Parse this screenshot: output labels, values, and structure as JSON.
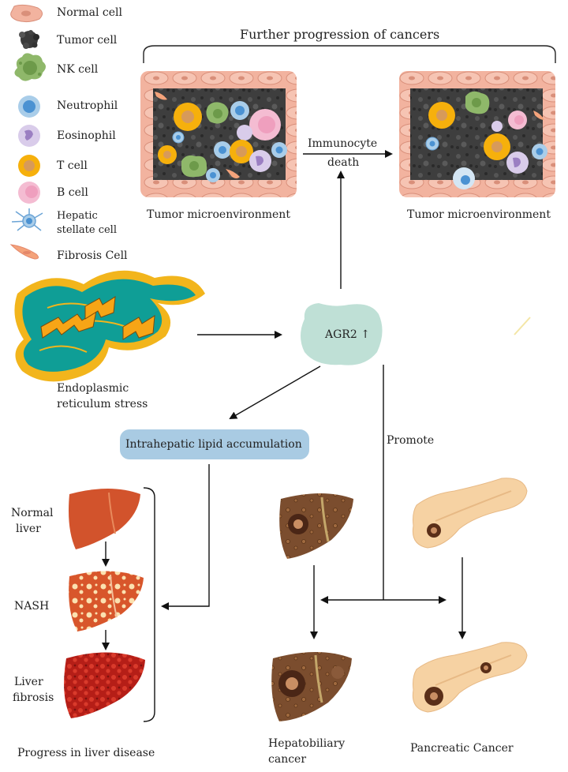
{
  "legend": [
    {
      "label": "Normal cell",
      "icon": "normal-cell"
    },
    {
      "label": "Tumor cell",
      "icon": "tumor-cell"
    },
    {
      "label": "NK  cell",
      "icon": "nk-cell"
    },
    {
      "label": "Neutrophil",
      "icon": "neutrophil"
    },
    {
      "label": "Eosinophil",
      "icon": "eosinophil"
    },
    {
      "label": "T cell",
      "icon": "t-cell"
    },
    {
      "label": "B cell",
      "icon": "b-cell"
    },
    {
      "label": "Hepatic",
      "label2": "stellate cell",
      "icon": "hepatic-stellate-cell"
    },
    {
      "label": "Fibrosis Cell",
      "icon": "fibrosis-cell"
    }
  ],
  "labels": {
    "further_progression": "Further progression of cancers",
    "tme_left": "Tumor microenvironment",
    "tme_right": "Tumor microenvironment",
    "immunocyte_death_1": "Immunocyte",
    "immunocyte_death_2": "death",
    "er_stress_1": "Endoplasmic",
    "er_stress_2": "reticulum stress",
    "agr2": "AGR2",
    "agr2_arrow": "↑",
    "lipid": "Intrahepatic lipid accumulation",
    "promote": "Promote",
    "normal_liver_1": "Normal",
    "normal_liver_2": "liver",
    "nash": "NASH",
    "liver_fibrosis_1": "Liver",
    "liver_fibrosis_2": "fibrosis",
    "progress": "Progress in liver disease",
    "hepatobiliary_1": "Hepatobiliary",
    "hepatobiliary_2": "cancer",
    "pancreatic": "Pancreatic Cancer"
  },
  "colors": {
    "agr2_blob": "#bfe0d6",
    "lipid_box": "#a9cbe3",
    "er_teal": "#0f9e96",
    "er_yellow": "#f2b51c",
    "liver_normal": "#d2532c",
    "liver_fibrosis": "#c8261c",
    "cancer_liver": "#7b4d2e",
    "pancreas": "#f6d2a3",
    "tumor_gray": "#444444",
    "normal_cell": "#f2b39f",
    "t_cell": "#f6b00c",
    "b_cell": "#ef9fbe",
    "neutrophil": "#4b92d2",
    "eosinophil": "#b29ad0",
    "nk_cell": "#8fb86a"
  }
}
